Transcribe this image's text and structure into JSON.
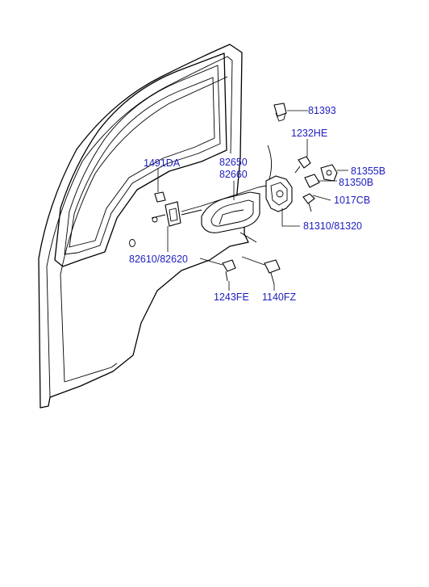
{
  "labels": {
    "p81393": "81393",
    "p1232he": "1232HE",
    "p81355b": "81355B",
    "p81350b": "81350B",
    "p1017cb": "1017CB",
    "p81310": "81310/81320",
    "p1491da": "1491DA",
    "p82650": "82650",
    "p82660": "82660",
    "p82610": "82610/82620",
    "p1243fe": "1243FE",
    "p1140fz": "1140FZ"
  },
  "colors": {
    "label": "#1d1dbf",
    "line": "#000000"
  }
}
